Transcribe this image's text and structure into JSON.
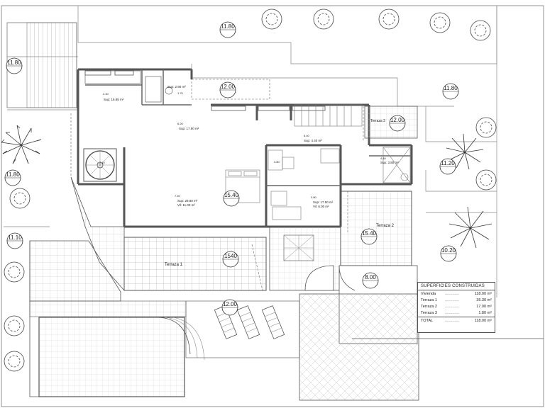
{
  "levels": [
    "11.80",
    "11.80",
    "12.00",
    "11.80",
    "12.00",
    "11.80",
    "11.20",
    "15.40",
    "11.10",
    "15.40",
    "1540",
    "10.20",
    "8.00",
    "12.00"
  ],
  "rooms": [
    {
      "sup": "Sup: 2.90 m²"
    },
    {
      "sup": "Sup: 16.85 m²"
    },
    {
      "sup": "Sup: 17.90 m²"
    },
    {
      "sup": "Sup: 4.40 m²"
    },
    {
      "sup": "Sup: 3.80 m²"
    },
    {
      "sup": "Sup: 29.80 m²",
      "vl": "Vil: 11.00 m²"
    },
    {
      "sup": "Sup: 17.50 m²",
      "vl": "Vil: 6.00 m²"
    }
  ],
  "dims": [
    "2.40",
    "1.70",
    "6.20",
    "2.10",
    "7.40",
    "6.40",
    "3.80",
    "3.80",
    "4.40"
  ],
  "terraces": [
    "Terraza 1",
    "Terraza 2",
    "Terraza 3"
  ],
  "legend": {
    "title": "SUPERFICIES CONSTRUIDAS",
    "rows": [
      {
        "name": "Vivienda",
        "value": "118.00 m²"
      },
      {
        "name": "Terraza 1",
        "value": "35.30 m²"
      },
      {
        "name": "Terraza 2",
        "value": "17.00 m²"
      },
      {
        "name": "Terraza 3",
        "value": "1.80 m²"
      }
    ],
    "total_name": "TOTAL",
    "total_value": "118.00 m²"
  },
  "colors": {
    "wall": "#555555",
    "line": "#333333",
    "light": "#9a9a9a",
    "grid": "#b5b5b5"
  }
}
